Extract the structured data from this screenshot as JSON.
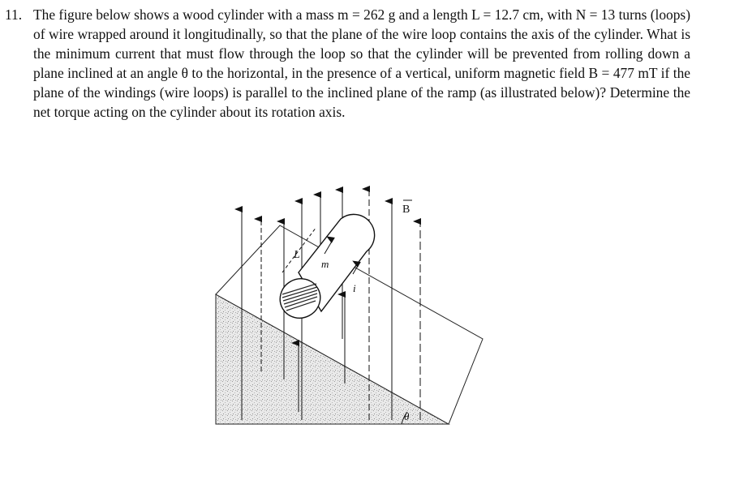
{
  "problem": {
    "number": "11.",
    "text": "The figure below shows a wood cylinder with a mass m = 262 g and a length L = 12.7 cm, with N = 13 turns (loops) of wire wrapped around it longitudinally, so that the plane of the wire loop contains the axis of the cylinder. What is the minimum current that must flow through the loop so that the cylinder will be prevented from rolling down a plane inclined at an angle θ to the horizontal, in the presence of a vertical, uniform magnetic field B = 477 mT if the plane of the windings (wire loops) is parallel to the inclined plane of the ramp (as illustrated below)? Determine the net torque acting on the cylinder about its rotation axis."
  },
  "figure": {
    "label_L": "L",
    "label_m": "m",
    "label_i": "i",
    "label_B": "B",
    "label_theta": "θ"
  }
}
